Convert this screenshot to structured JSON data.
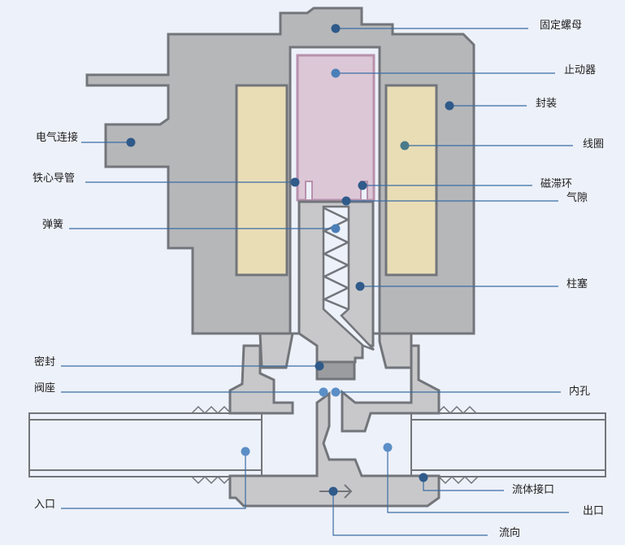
{
  "colors": {
    "background": "#edf1f9",
    "body": "#b6b7b9",
    "body_light": "#c8c8ca",
    "outline": "#72757a",
    "coil": "#e9ddb6",
    "stopper": "#dcc7d6",
    "stopper_outline": "#b791ad",
    "seal": "#9b9ca0",
    "leader": "#3b6ea5",
    "dot_dark": "#2f5a8a",
    "dot_light": "#5a8ec6"
  },
  "labels": [
    {
      "id": "fixed-nut",
      "text": "固定螺母"
    },
    {
      "id": "stopper",
      "text": "止动器"
    },
    {
      "id": "enclosure",
      "text": "封装"
    },
    {
      "id": "coil",
      "text": "线圈"
    },
    {
      "id": "shading-ring",
      "text": "磁滞环"
    },
    {
      "id": "air-gap",
      "text": "气隙"
    },
    {
      "id": "plunger",
      "text": "柱塞"
    },
    {
      "id": "orifice",
      "text": "内孔"
    },
    {
      "id": "fluid-port",
      "text": "流体接口"
    },
    {
      "id": "outlet",
      "text": "出口"
    },
    {
      "id": "flow-direction",
      "text": "流向"
    },
    {
      "id": "electrical-connection",
      "text": "电气连接"
    },
    {
      "id": "core-tube",
      "text": "铁心导管"
    },
    {
      "id": "spring",
      "text": "弹簧"
    },
    {
      "id": "seal",
      "text": "密封"
    },
    {
      "id": "valve-seat",
      "text": "阀座"
    },
    {
      "id": "inlet",
      "text": "入口"
    }
  ]
}
